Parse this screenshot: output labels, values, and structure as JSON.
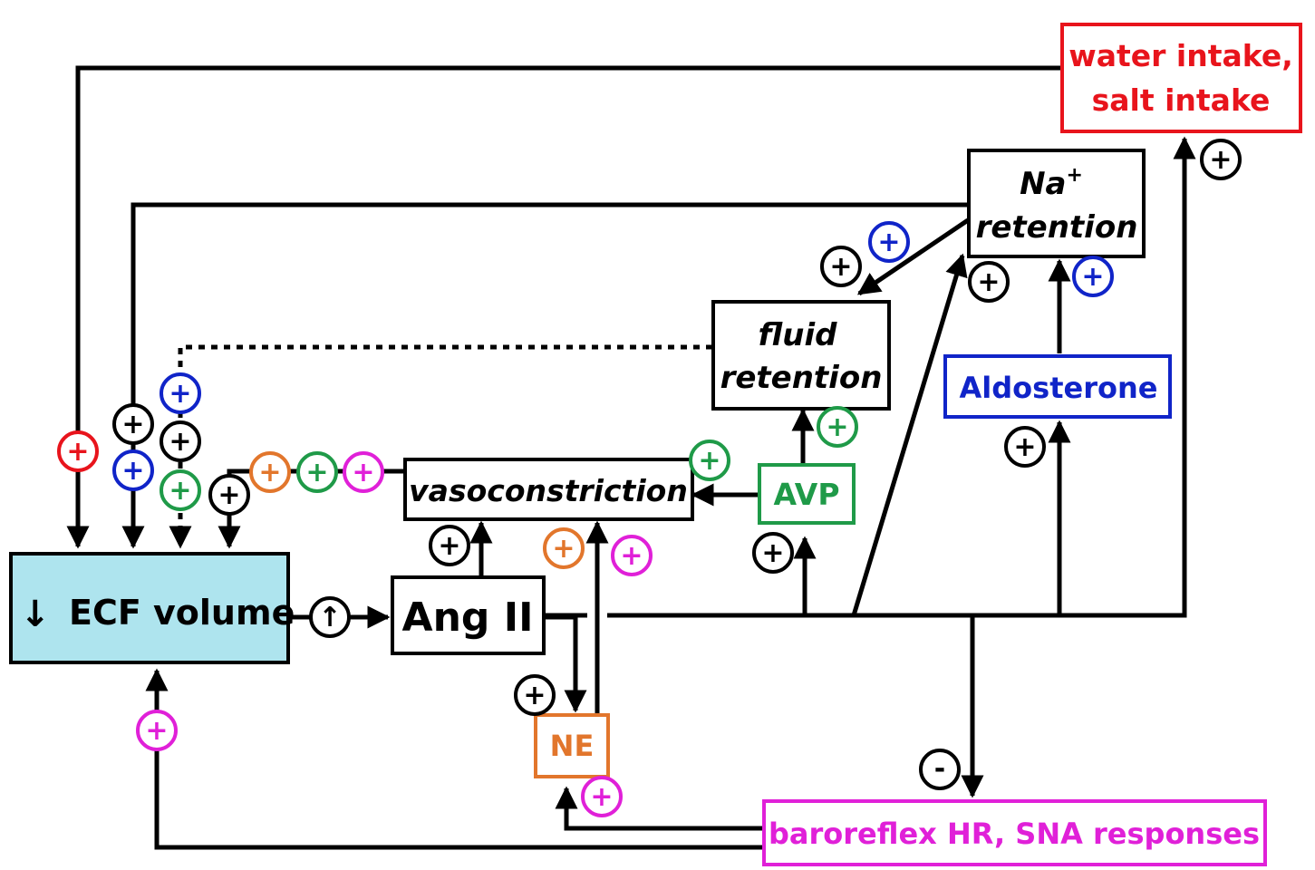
{
  "colors": {
    "black": "#000000",
    "red": "#e8141c",
    "blue": "#1024c8",
    "green": "#1f9a48",
    "orange": "#e2762c",
    "magenta": "#e020d8",
    "ecf_fill": "#aee4ee"
  },
  "nodes": {
    "ecf": {
      "arrow": "↓",
      "text": "ECF volume"
    },
    "ang": {
      "text": "Ang II"
    },
    "vaso": {
      "text": "vasoconstriction"
    },
    "avp": {
      "text": "AVP"
    },
    "ne": {
      "text": "NE"
    },
    "fluid": {
      "line1": "fluid",
      "line2": "retention"
    },
    "na": {
      "line1": "Na",
      "sup": "+",
      "line2": "retention"
    },
    "aldo": {
      "text": "Aldosterone"
    },
    "water": {
      "line1": "water intake,",
      "line2": "salt intake"
    },
    "baro": {
      "text": "baroreflex HR, SNA responses"
    }
  },
  "signs": {
    "plus": "+",
    "minus": "-",
    "up": "↑"
  }
}
